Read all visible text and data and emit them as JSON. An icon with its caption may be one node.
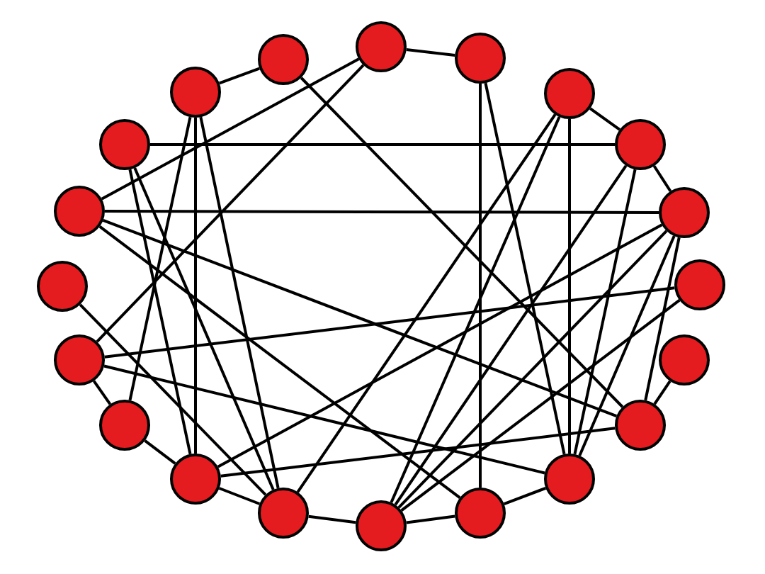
{
  "diagram": {
    "nodes": [
      {
        "text": [],
        "shape": "circle"
      },
      {
        "text": [],
        "shape": "circle"
      },
      {
        "text": [],
        "shape": "circle"
      },
      {
        "text": [],
        "shape": "circle"
      },
      {
        "text": [],
        "shape": "circle"
      },
      {
        "text": [],
        "shape": "circle"
      },
      {
        "text": [],
        "shape": "circle"
      },
      {
        "text": [],
        "shape": "circle"
      },
      {
        "text": [],
        "shape": "circle"
      },
      {
        "text": [],
        "shape": "circle"
      },
      {
        "text": [],
        "shape": "circle"
      },
      {
        "text": [],
        "shape": "circle"
      },
      {
        "text": [],
        "shape": "circle"
      },
      {
        "text": [],
        "shape": "circle"
      },
      {
        "text": [],
        "shape": "circle"
      },
      {
        "text": [],
        "shape": "circle"
      },
      {
        "text": [],
        "shape": "circle"
      },
      {
        "text": [],
        "shape": "circle"
      },
      {
        "text": [],
        "shape": "circle"
      },
      {
        "text": [],
        "shape": "circle"
      }
    ],
    "edges": [
      {
        "from": 0,
        "to": 3,
        "arrow": "none"
      },
      {
        "from": 1,
        "to": 2,
        "arrow": "none"
      },
      {
        "from": 1,
        "to": 7,
        "arrow": "none"
      },
      {
        "from": 1,
        "to": 11,
        "arrow": "none"
      },
      {
        "from": 0,
        "to": 14,
        "arrow": "none"
      },
      {
        "from": 3,
        "to": 15,
        "arrow": "none"
      },
      {
        "from": 3,
        "to": 13,
        "arrow": "none"
      },
      {
        "from": 3,
        "to": 17,
        "arrow": "none"
      },
      {
        "from": 5,
        "to": 6,
        "arrow": "none"
      },
      {
        "from": 5,
        "to": 15,
        "arrow": "none"
      },
      {
        "from": 5,
        "to": 17,
        "arrow": "none"
      },
      {
        "from": 7,
        "to": 8,
        "arrow": "none"
      },
      {
        "from": 7,
        "to": 19,
        "arrow": "none"
      },
      {
        "from": 7,
        "to": 14,
        "arrow": "none"
      },
      {
        "from": 2,
        "to": 19,
        "arrow": "none"
      },
      {
        "from": 2,
        "to": 16,
        "arrow": "none"
      },
      {
        "from": 4,
        "to": 16,
        "arrow": "none"
      },
      {
        "from": 4,
        "to": 17,
        "arrow": "none"
      },
      {
        "from": 4,
        "to": 18,
        "arrow": "none"
      },
      {
        "from": 4,
        "to": 6,
        "arrow": "none"
      },
      {
        "from": 6,
        "to": 8,
        "arrow": "none"
      },
      {
        "from": 6,
        "to": 18,
        "arrow": "none"
      },
      {
        "from": 6,
        "to": 16,
        "arrow": "none"
      },
      {
        "from": 8,
        "to": 15,
        "arrow": "none"
      },
      {
        "from": 8,
        "to": 16,
        "arrow": "none"
      },
      {
        "from": 8,
        "to": 14,
        "arrow": "none"
      },
      {
        "from": 8,
        "to": 18,
        "arrow": "none"
      },
      {
        "from": 10,
        "to": 11,
        "arrow": "none"
      },
      {
        "from": 12,
        "to": 14,
        "arrow": "none"
      },
      {
        "from": 14,
        "to": 15,
        "arrow": "none"
      },
      {
        "from": 11,
        "to": 16,
        "arrow": "none"
      },
      {
        "from": 18,
        "to": 19,
        "arrow": "none"
      },
      {
        "from": 19,
        "to": 16,
        "arrow": "none"
      },
      {
        "from": 17,
        "to": 18,
        "arrow": "none"
      },
      {
        "from": 15,
        "to": 17,
        "arrow": "none"
      },
      {
        "from": 13,
        "to": 11,
        "arrow": "none"
      },
      {
        "from": 13,
        "to": 15,
        "arrow": "none"
      },
      {
        "from": 9,
        "to": 17,
        "arrow": "none"
      },
      {
        "from": 10,
        "to": 18,
        "arrow": "none"
      }
    ]
  }
}
